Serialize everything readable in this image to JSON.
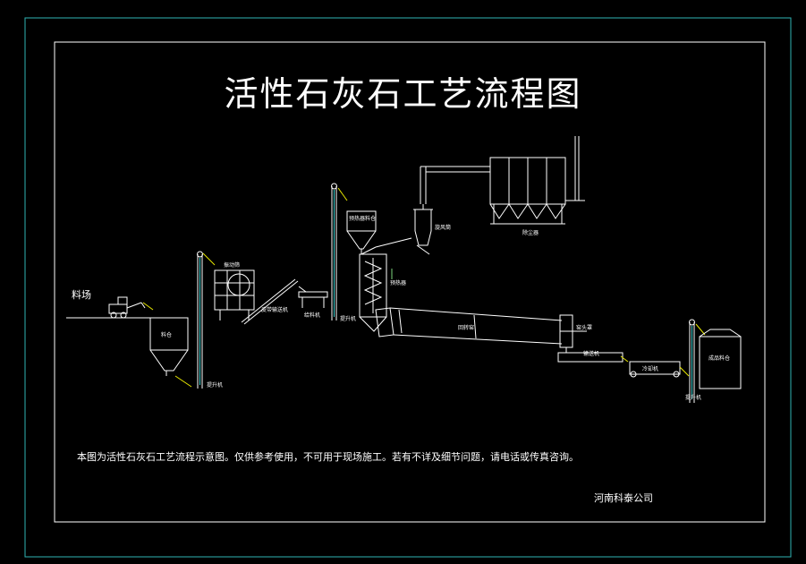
{
  "drawing": {
    "title": "活性石灰石工艺流程图",
    "note": "本图为活性石灰石工艺流程示意图。仅供参考使用，不可用于现场施工。若有不详及细节问题，请电话或传真咨询。",
    "company": "河南科泰公司"
  },
  "labels": {
    "stockyard": "料场",
    "feed_bin": "料仓",
    "bucket_elevator_1": "提升机",
    "vibrating_screen": "振动筛",
    "belt_conveyor": "皮带输送机",
    "weigh_feeder": "给料机",
    "bucket_elevator_2": "提升机",
    "preheater_hopper": "预热器料仓",
    "preheater": "预热器",
    "cyclone": "旋风筒",
    "bag_filter": "除尘器",
    "rotary_kiln": "回转窑",
    "kiln_head": "窑头罩",
    "conveyor": "输送机",
    "cooler": "冷却机",
    "bucket_elevator_3": "提升机",
    "product_silo": "成品料仓"
  },
  "colors": {
    "background": "#000000",
    "frame": "#2fb3b3",
    "lines": "#ffffff",
    "accent_yellow": "#e8e800",
    "accent_green": "#7cd47c",
    "accent_cyan": "#3fd0d0"
  }
}
